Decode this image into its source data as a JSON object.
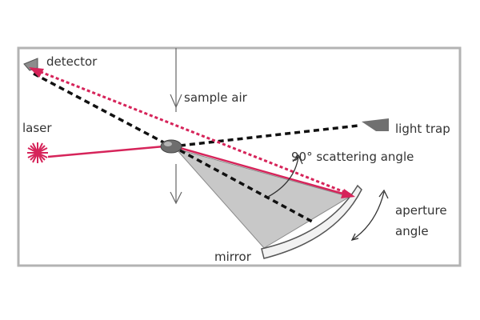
{
  "labels": {
    "detector": "detector",
    "sample_air": "sample air",
    "laser": "laser",
    "light_trap": "light trap",
    "scattering_angle": "90° scattering angle",
    "aperture": "aperture",
    "angle": "angle",
    "mirror": "mirror"
  },
  "colors": {
    "frame": "#b3b3b3",
    "laser_beam": "#d6245a",
    "scatter_path": "#111111",
    "cone_fill": "#c8c8c8",
    "mirror_fill": "#f2f2f2",
    "text": "#333333"
  }
}
